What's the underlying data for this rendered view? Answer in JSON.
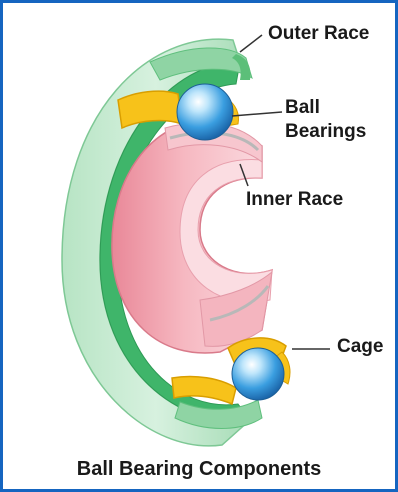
{
  "labels": {
    "outer_race": "Outer Race",
    "ball_line1": "Ball",
    "ball_line2": "Bearings",
    "inner_race": "Inner Race",
    "cage": "Cage"
  },
  "caption": "Ball Bearing Components",
  "colors": {
    "border": "#1565c0",
    "outer_race": "#3fb56a",
    "outer_race_light": "#c8ecd3",
    "inner_race": "#f3a9b3",
    "inner_race_light": "#fbd7dc",
    "cage": "#f7c21a",
    "ball": "#3a9ee0"
  }
}
